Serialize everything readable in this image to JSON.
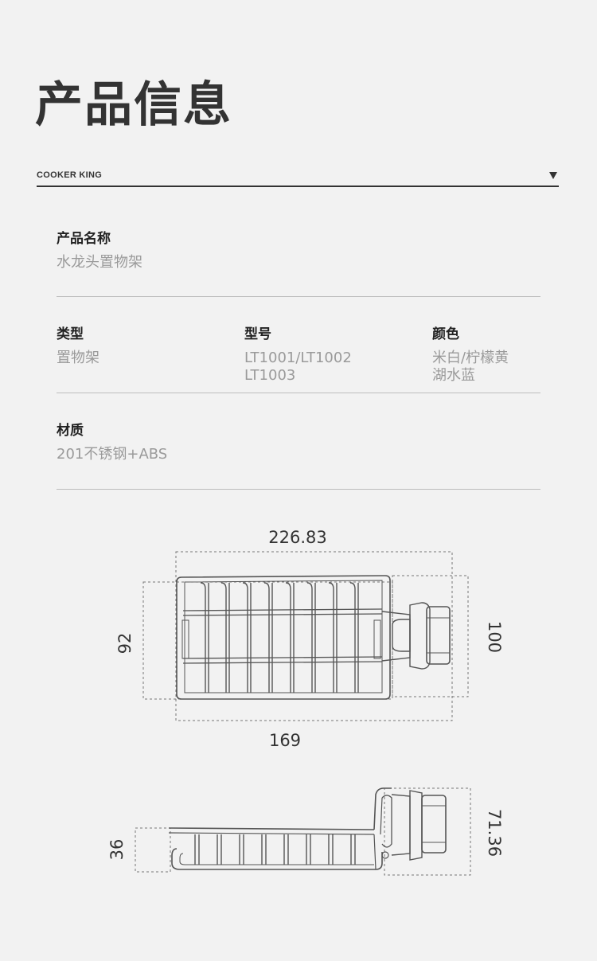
{
  "page": {
    "title": "产品信息",
    "brand": "COOKER KING"
  },
  "specs": {
    "name": {
      "label": "产品名称",
      "value": "水龙头置物架"
    },
    "type": {
      "label": "类型",
      "value": "置物架"
    },
    "model": {
      "label": "型号",
      "lines": [
        "LT1001/LT1002",
        "LT1003"
      ]
    },
    "color": {
      "label": "颜色",
      "lines": [
        "米白/柠檬黄",
        "湖水蓝"
      ]
    },
    "material": {
      "label": "材质",
      "value": "201不锈钢+ABS"
    }
  },
  "dimensions": {
    "top_view": {
      "width_total": "226.83",
      "width_body": "169",
      "depth_left": "92",
      "depth_right": "100"
    },
    "side_view": {
      "height_basket": "36",
      "height_total": "71.36"
    }
  },
  "icons": {
    "dropdown": "caret-down-icon"
  }
}
